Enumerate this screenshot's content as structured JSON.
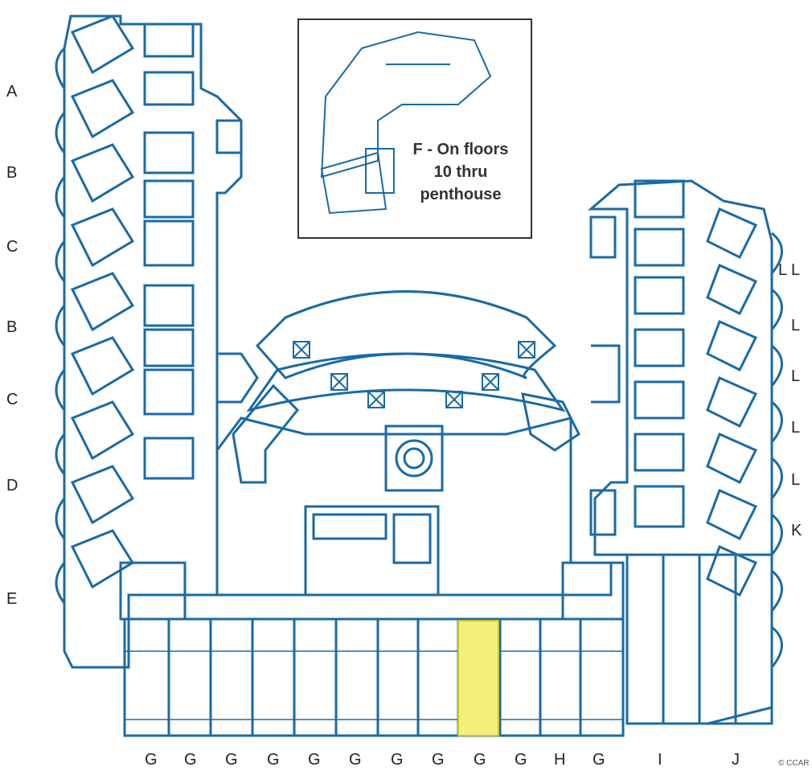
{
  "colors": {
    "wall": "#1a6aa6",
    "highlight": "#f2f07a",
    "ink": "#222222"
  },
  "inset": {
    "line1": "F - On floors",
    "line2": "10 thru",
    "line3": "penthouse"
  },
  "left_labels": [
    "A",
    "B",
    "C",
    "B",
    "C",
    "D",
    "E"
  ],
  "right_labels": [
    "L L",
    "L",
    "L",
    "L",
    "L",
    "K"
  ],
  "bottom_labels": [
    "G",
    "G",
    "G",
    "G",
    "G",
    "G",
    "G",
    "G",
    "G",
    "G",
    "H",
    "G",
    "I",
    "J"
  ],
  "highlighted_unit": "G",
  "watermark": "© CCAR"
}
